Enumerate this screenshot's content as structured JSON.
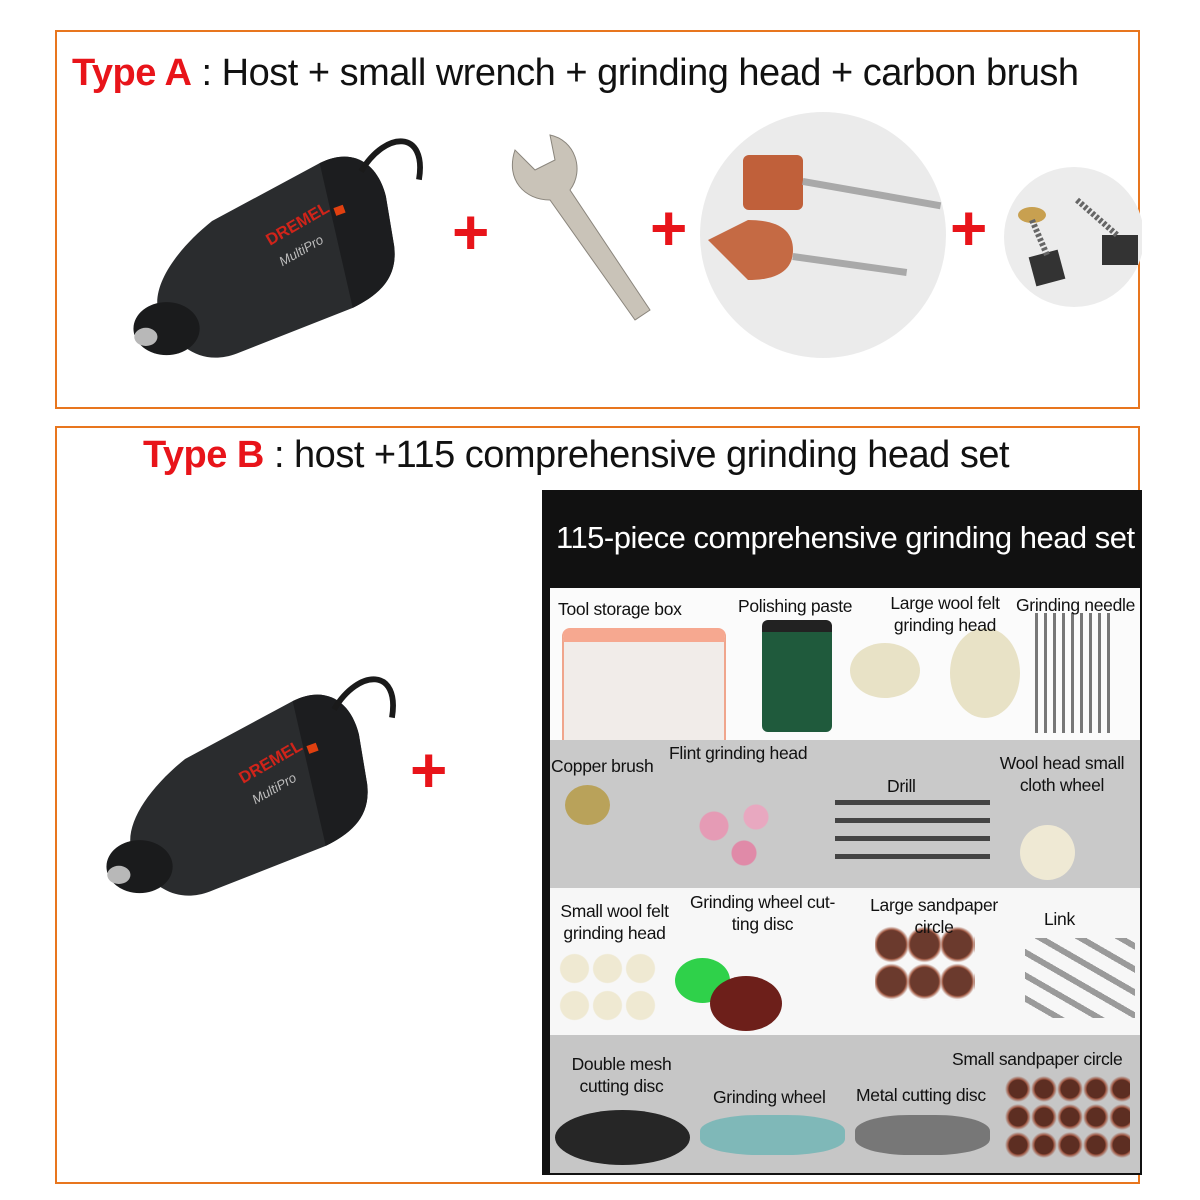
{
  "type_a": {
    "label": "Type A",
    "description": ": Host + small wrench + grinding head + carbon brush"
  },
  "type_b": {
    "label": "Type B",
    "description": ": host +115 comprehensive grinding head set"
  },
  "tool_branding": {
    "brand": "DREMEL",
    "model": "MultiPro"
  },
  "plus_sign": "+",
  "set_panel": {
    "title": "115-piece comprehensive grinding head set",
    "items": [
      {
        "label": "Tool storage box"
      },
      {
        "label": "Polishing paste"
      },
      {
        "label": "Large wool felt grinding head"
      },
      {
        "label": "Grinding needle"
      },
      {
        "label": "Copper brush"
      },
      {
        "label": "Flint grinding head"
      },
      {
        "label": "Drill"
      },
      {
        "label": "Wool head small cloth wheel"
      },
      {
        "label": "Small wool felt grinding head"
      },
      {
        "label": "Grinding wheel cut-ting disc"
      },
      {
        "label": "Large sandpaper circle"
      },
      {
        "label": "Link"
      },
      {
        "label": "Double mesh cutting disc"
      },
      {
        "label": "Grinding wheel"
      },
      {
        "label": "Metal cutting disc"
      },
      {
        "label": "Small sandpaper circle"
      }
    ]
  },
  "colors": {
    "border": "#e8761e",
    "accent_red": "#e8141a",
    "panel_bg": "#111111"
  }
}
